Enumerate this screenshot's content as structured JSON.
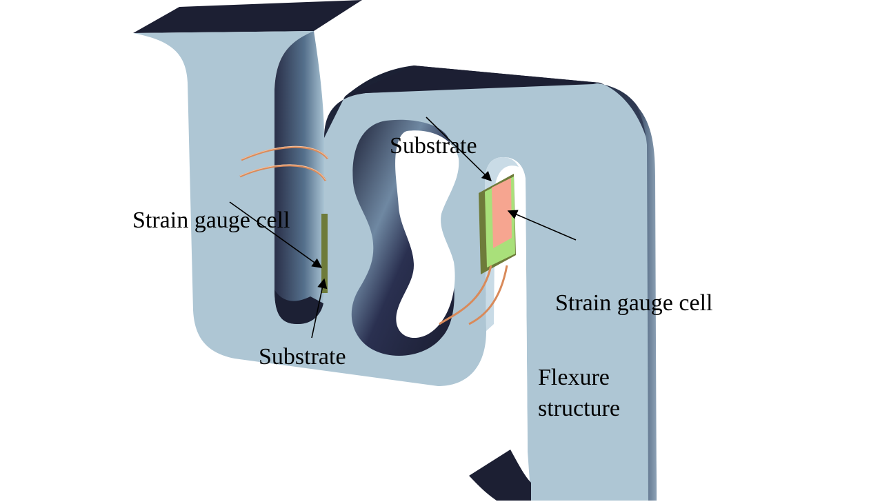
{
  "labels": {
    "strain_gauge_left": "Strain gauge cell",
    "substrate_left": "Substrate",
    "substrate_top": "Substrate",
    "strain_gauge_right": "Strain gauge cell",
    "flexure_line1": "Flexure",
    "flexure_line2": "structure"
  },
  "colors": {
    "body_light": "#aec6d4",
    "body_shadow": "#1c1f33",
    "side_face": "#7e93a8",
    "substrate_green": "#6e7b3a",
    "substrate_lightgreen": "#a9e07a",
    "gauge_cell": "#f6a590",
    "wire": "#d98a5a"
  }
}
